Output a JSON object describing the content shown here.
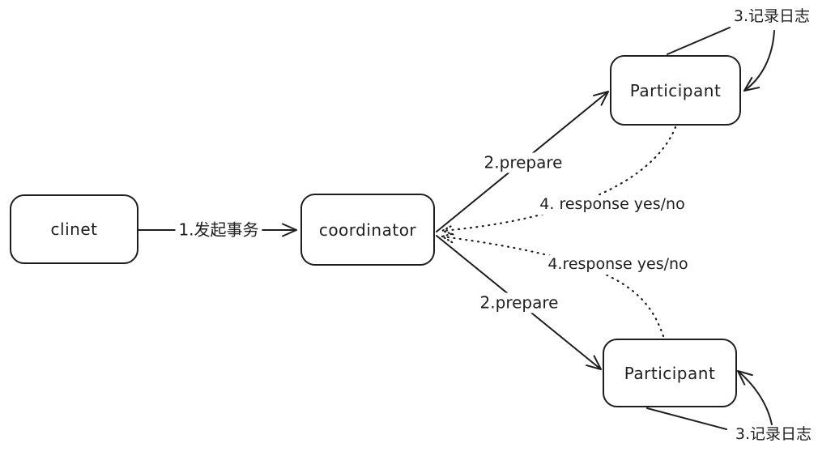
{
  "colors": {
    "stroke": "#1e1e1e",
    "background": "#ffffff"
  },
  "nodes": {
    "client": {
      "label": "clinet"
    },
    "coordinator": {
      "label": "coordinator"
    },
    "participant_top": {
      "label": "Participant"
    },
    "participant_bottom": {
      "label": "Participant"
    }
  },
  "edges": {
    "start_transaction": {
      "label": "1.发起事务",
      "style": "solid",
      "from": "client",
      "to": "coordinator"
    },
    "prepare_top": {
      "label": "2.prepare",
      "style": "solid",
      "from": "coordinator",
      "to": "participant_top"
    },
    "prepare_bottom": {
      "label": "2.prepare",
      "style": "solid",
      "from": "coordinator",
      "to": "participant_bottom"
    },
    "log_top": {
      "label": "3.记录日志",
      "style": "loop",
      "from": "participant_top",
      "to": "participant_top"
    },
    "log_bottom": {
      "label": "3.记录日志",
      "style": "loop",
      "from": "participant_bottom",
      "to": "participant_bottom"
    },
    "response_top": {
      "label": "4. response yes/no",
      "style": "dotted",
      "from": "participant_top",
      "to": "coordinator"
    },
    "response_bottom": {
      "label": "4.response yes/no",
      "style": "dotted",
      "from": "participant_bottom",
      "to": "coordinator"
    }
  }
}
